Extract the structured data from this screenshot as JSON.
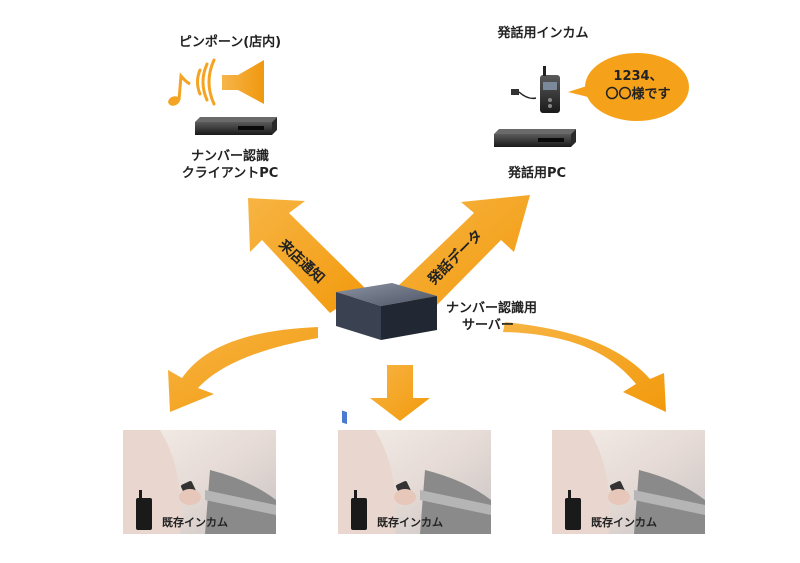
{
  "client": {
    "chime_label": "ピンポーン(店内)",
    "pc_label_line1": "ナンバー認識",
    "pc_label_line2": "クライアントPC"
  },
  "speech": {
    "intercom_label": "発話用インカム",
    "bubble_line1": "1234、",
    "bubble_line2": "〇〇様です",
    "pc_label": "発話用PC"
  },
  "server": {
    "label_line1": "ナンバー認識用",
    "label_line2": "サーバー"
  },
  "arrows": {
    "left_label": "来店通知",
    "right_label": "発話データ"
  },
  "photos": [
    {
      "caption": "既存インカム"
    },
    {
      "caption": "既存インカム"
    },
    {
      "caption": "既存インカム"
    }
  ],
  "colors": {
    "accent": "#f5a21a",
    "accent_light": "#f8c35a"
  }
}
